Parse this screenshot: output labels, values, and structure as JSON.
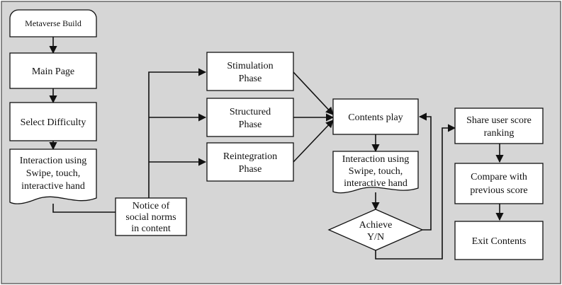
{
  "colors": {
    "background": "#d6d6d6",
    "box_fill": "#ffffff",
    "stroke": "#111111"
  },
  "nodes": {
    "metaverse_build": "Metaverse Build",
    "main_page": "Main Page",
    "select_difficulty": "Select Difficulty",
    "interaction_left": [
      "Interaction using",
      "Swipe, touch,",
      "interactive hand"
    ],
    "notice": [
      "Notice of",
      "social norms",
      "in content"
    ],
    "stimulation": [
      "Stimulation",
      "Phase"
    ],
    "structured": [
      "Structured",
      "Phase"
    ],
    "reintegration": [
      "Reintegration",
      "Phase"
    ],
    "contents_play": "Contents play",
    "interaction_mid": [
      "Interaction using",
      "Swipe, touch,",
      "interactive hand"
    ],
    "achieve": [
      "Achieve",
      "Y/N"
    ],
    "share_score": [
      "Share user score",
      "ranking"
    ],
    "compare_score": [
      "Compare with",
      "previous score"
    ],
    "exit_contents": "Exit Contents"
  }
}
